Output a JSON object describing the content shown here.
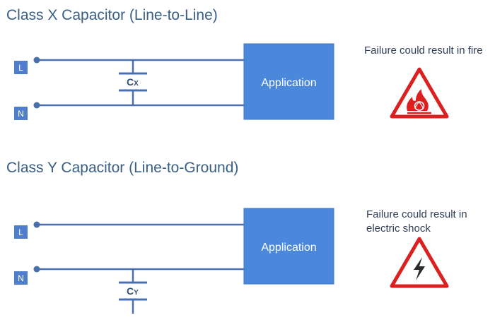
{
  "sections": [
    {
      "title": "Class X Capacitor (Line-to-Line)",
      "line_label": "L",
      "neutral_label": "N",
      "box_label": "Application",
      "cap_main": "C",
      "cap_sub": "X",
      "failure_text": "Failure could result in fire",
      "warning_icon": "fire-warning-icon"
    },
    {
      "title": "Class Y Capacitor (Line-to-Ground)",
      "line_label": "L",
      "neutral_label": "N",
      "box_label": "Application",
      "cap_main": "C",
      "cap_sub": "Y",
      "failure_text": "Failure could result in electric shock",
      "warning_icon": "electric-shock-warning-icon"
    }
  ],
  "colors": {
    "title": "#3a5f86",
    "wire": "#4a6fae",
    "box": "#4b88dc",
    "label_box": "#4f7fcc",
    "warning_red": "#dc2020"
  }
}
